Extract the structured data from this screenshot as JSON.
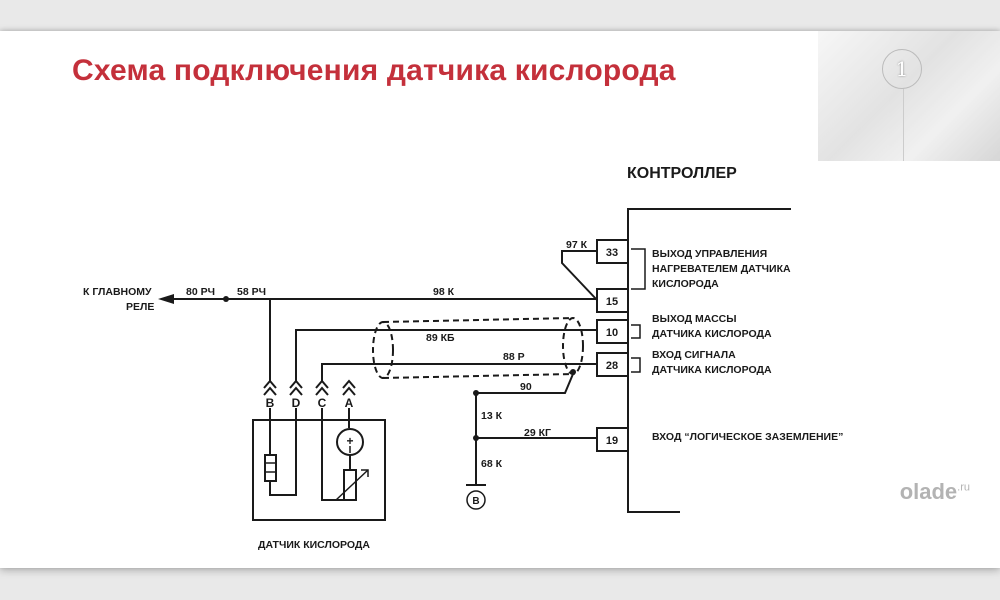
{
  "title": "Схема подключения датчика кислорода",
  "slide_number": "1",
  "watermark": {
    "name": "olade",
    "tld": ".ru"
  },
  "diagram": {
    "controller_label": "КОНТРОЛЛЕР",
    "to_main_relay_1": "К ГЛАВНОМУ",
    "to_main_relay_2": "РЕЛЕ",
    "wire_80": "80 РЧ",
    "wire_58": "58 РЧ",
    "wire_98": "98 К",
    "wire_89": "89 КБ",
    "wire_88": "88 Р",
    "wire_90": "90",
    "wire_97": "97 К",
    "wire_13": "13 К",
    "wire_29": "29 КГ",
    "wire_68": "68 К",
    "ground_label": "В",
    "sensor_label": "ДАТЧИК КИСЛОРОДА",
    "connector_pins": [
      "B",
      "D",
      "C",
      "A"
    ],
    "pins": [
      {
        "num": "33",
        "desc1": "ВЫХОД УПРАВЛЕНИЯ",
        "desc2": "НАГРЕВАТЕЛЕМ ДАТЧИКА",
        "desc3": "КИСЛОРОДА"
      },
      {
        "num": "15"
      },
      {
        "num": "10",
        "desc1": "ВЫХОД МАССЫ",
        "desc2": "ДАТЧИКА КИСЛОРОДА"
      },
      {
        "num": "28",
        "desc1": "ВХОД СИГНАЛА",
        "desc2": "ДАТЧИКА КИСЛОРОДА"
      },
      {
        "num": "19",
        "desc1": "ВХОД “ЛОГИЧЕСКОЕ ЗАЗЕМЛЕНИЕ”"
      }
    ]
  }
}
